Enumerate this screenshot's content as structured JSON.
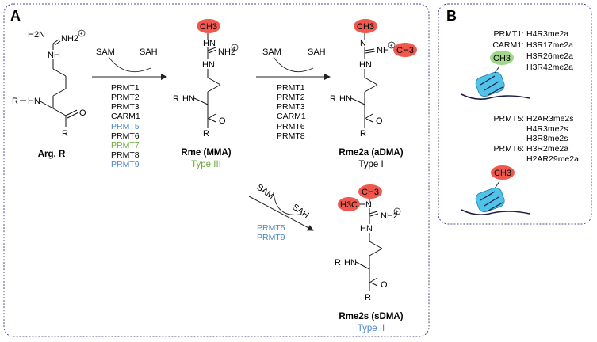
{
  "panels": {
    "a_label": "A",
    "b_label": "B"
  },
  "colors": {
    "blue": "#4a86c8",
    "green": "#6aaa3a",
    "red": "#f0584e",
    "methyl_green": "#9fd68a",
    "nucleosome": "#4fc3e8",
    "border": "#4a4a8a"
  },
  "molecules": {
    "arg": {
      "name": "Arg, R"
    },
    "rme": {
      "name": "Rme (MMA)",
      "type": "Type III"
    },
    "rme2a": {
      "name": "Rme2a (aDMA)",
      "type": "Type I"
    },
    "rme2s": {
      "name": "Rme2s (sDMA)",
      "type": "Type II"
    }
  },
  "atoms": {
    "h2n": "H2N",
    "nh2": "NH2",
    "nh": "NH",
    "hn": "HN",
    "n": "N",
    "r": "R",
    "o": "O",
    "ch3": "CH3",
    "h3c": "H3C",
    "plus": "+"
  },
  "reactions": {
    "sam": "SAM",
    "sah": "SAH",
    "step1_enzymes": [
      "PRMT1",
      "PRMT2",
      "PRMT3",
      "CARM1",
      "PRMT5",
      "PRMT6",
      "PRMT7",
      "PRMT8",
      "PRMT9"
    ],
    "step2a_enzymes": [
      "PRMT1",
      "PRMT2",
      "PRMT3",
      "CARM1",
      "PRMT6",
      "PRMT8"
    ],
    "step2s_enzymes": [
      "PRMT5",
      "PRMT9"
    ]
  },
  "panel_b": {
    "group1": {
      "enzymes": [
        "PRMT1:",
        "CARM1:"
      ],
      "marks": [
        "H4R3me2a",
        "H3R17me2a",
        "H3R26me2a",
        "H3R42me2a"
      ],
      "methyl": "CH3"
    },
    "group2": {
      "enzymes": [
        "PRMT5:",
        "PRMT6:"
      ],
      "marks": [
        "H2AR3me2s",
        "H4R3me2s",
        "H3R8me2s",
        "H3R2me2a",
        "H2AR29me2a"
      ],
      "methyl": "CH3"
    }
  }
}
